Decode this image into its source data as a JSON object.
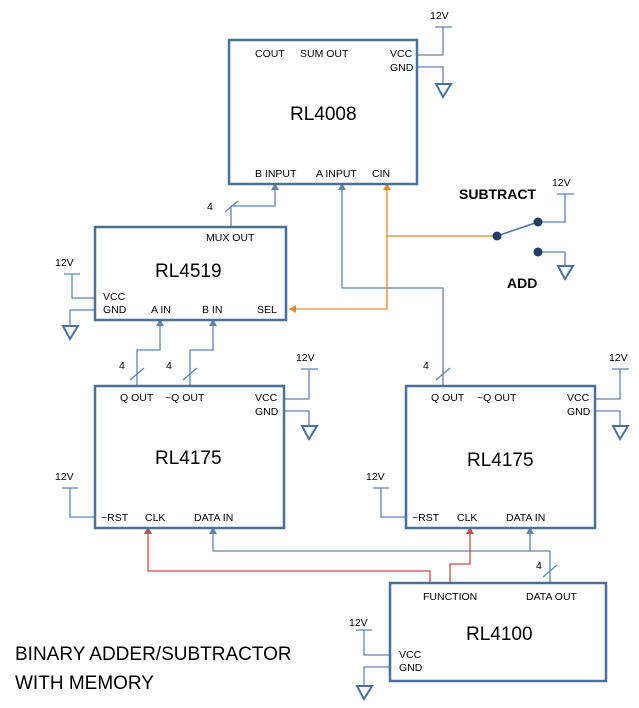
{
  "title": {
    "line1": "BINARY ADDER/SUBTRACTOR",
    "line2": "WITH MEMORY"
  },
  "supply_label": "12V",
  "bus_width": "4",
  "switch": {
    "subtract_label": "SUBTRACT",
    "add_label": "ADD"
  },
  "blocks": {
    "adder": {
      "name": "RL4008",
      "pins": {
        "cout": "COUT",
        "sum_out": "SUM OUT",
        "vcc": "VCC",
        "gnd": "GND",
        "b_input": "B INPUT",
        "a_input": "A INPUT",
        "cin": "CIN"
      }
    },
    "mux": {
      "name": "RL4519",
      "pins": {
        "mux_out": "MUX OUT",
        "vcc": "VCC",
        "gnd": "GND",
        "a_in": "A IN",
        "b_in": "B IN",
        "sel": "SEL"
      }
    },
    "reg_left": {
      "name": "RL4175",
      "pins": {
        "q_out": "Q OUT",
        "nq_out": "~Q OUT",
        "vcc": "VCC",
        "gnd": "GND",
        "rst": "~RST",
        "clk": "CLK",
        "data_in": "DATA IN"
      }
    },
    "reg_right": {
      "name": "RL4175",
      "pins": {
        "q_out": "Q OUT",
        "nq_out": "~Q OUT",
        "vcc": "VCC",
        "gnd": "GND",
        "rst": "~RST",
        "clk": "CLK",
        "data_in": "DATA IN"
      }
    },
    "input": {
      "name": "RL4100",
      "pins": {
        "function": "FUNCTION",
        "data_out": "DATA OUT",
        "vcc": "VCC",
        "gnd": "GND"
      }
    }
  },
  "colors": {
    "block_border": "#4a6f9c",
    "data_wire": "#5d84b0",
    "select_wire": "#e8882e",
    "clock_wire": "#c0504d"
  }
}
